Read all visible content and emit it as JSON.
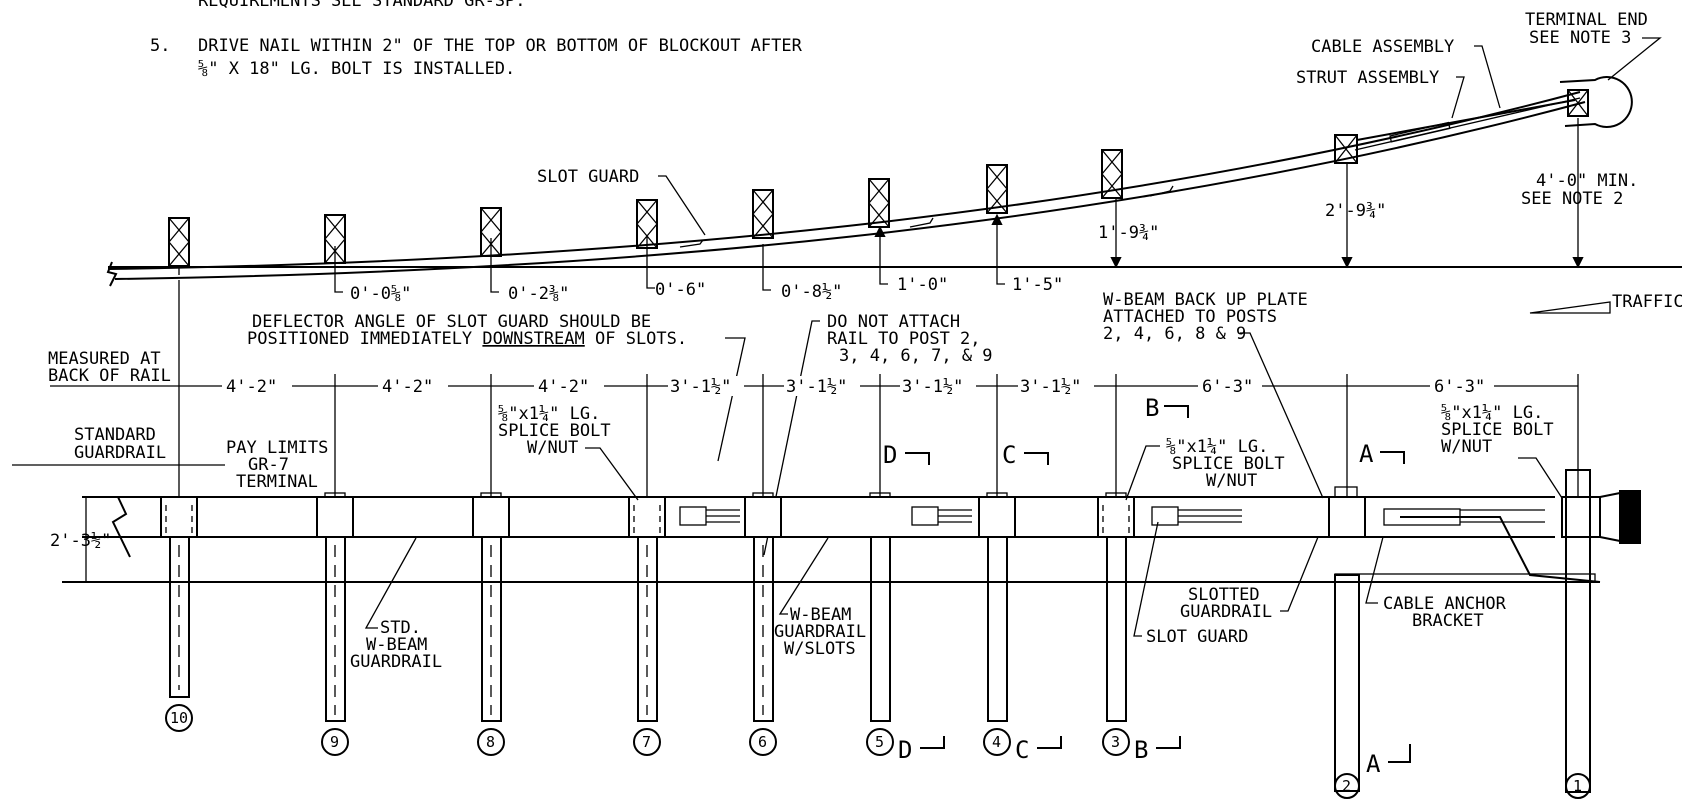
{
  "notes": {
    "line0": "REQUIREMENTS SEE STANDARD GR-SP.",
    "num5": "5.",
    "note5_line1": "DRIVE NAIL WITHIN 2\" OF THE TOP OR BOTTOM OF BLOCKOUT AFTER",
    "note5_line2": "⅝\" X 18\" LG. BOLT IS INSTALLED."
  },
  "callouts": {
    "terminal_end": "TERMINAL END",
    "see_note_3": "SEE NOTE 3",
    "cable_assembly": "CABLE ASSEMBLY",
    "strut_assembly": "STRUT ASSEMBLY",
    "slot_guard_top": "SLOT GUARD",
    "deflector_1": "DEFLECTOR ANGLE OF SLOT GUARD SHOULD BE",
    "deflector_2a": "POSITIONED IMMEDIATELY ",
    "deflector_2b": "DOWNSTREAM",
    "deflector_2c": " OF SLOTS.",
    "do_not_attach_1": "DO NOT ATTACH",
    "do_not_attach_2": "RAIL TO POST 2,",
    "do_not_attach_3": "3, 4, 6, 7, & 9",
    "backup_1": "W-BEAM BACK UP PLATE",
    "backup_2": "ATTACHED TO POSTS",
    "backup_3": "2, 4, 6, 8 & 9",
    "traffic": "TRAFFIC",
    "min_height_1": "4'-0\" MIN.",
    "min_height_2": "SEE NOTE 2",
    "measured_1": "MEASURED AT",
    "measured_2": "BACK OF RAIL",
    "standard_1": "STANDARD",
    "standard_2": "GUARDRAIL",
    "pay_1": "PAY LIMITS",
    "pay_2": "GR-7",
    "pay_3": "TERMINAL",
    "splice_a_1": "⅝\"x1¼\" LG.",
    "splice_a_2": "SPLICE BOLT",
    "splice_a_3": "W/NUT",
    "splice_b_1": "⅝\"x1¼\" LG.",
    "splice_b_2": "SPLICE BOLT",
    "splice_b_3": "W/NUT",
    "splice_c_1": "⅝\"x1¼\" LG.",
    "splice_c_2": "SPLICE BOLT",
    "splice_c_3": "W/NUT",
    "rail_height": "2'-3½\"",
    "std_beam_1": "STD.",
    "std_beam_2": "W-BEAM",
    "std_beam_3": "GUARDRAIL",
    "slots_beam_1": "W-BEAM",
    "slots_beam_2": "GUARDRAIL",
    "slots_beam_3": "W/SLOTS",
    "slotted_1": "SLOTTED",
    "slotted_2": "GUARDRAIL",
    "slot_guard_bottom": "SLOT GUARD",
    "cable_anchor_1": "CABLE ANCHOR",
    "cable_anchor_2": "BRACKET"
  },
  "offsets": [
    "0'-0⅝\"",
    "0'-2⅜\"",
    "0'-6\"",
    "0'-8½\"",
    "1'-0\"",
    "1'-5\"",
    "1'-9¾\"",
    "2'-9¾\""
  ],
  "spacings": [
    "4'-2\"",
    "4'-2\"",
    "4'-2\"",
    "3'-1½\"",
    "3'-1½\"",
    "3'-1½\"",
    "3'-1½\"",
    "6'-3\"",
    "6'-3\""
  ],
  "post_numbers": [
    "10",
    "9",
    "8",
    "7",
    "6",
    "5",
    "4",
    "3",
    "2",
    "1"
  ],
  "sections": {
    "a": "A",
    "b": "B",
    "c": "C",
    "d": "D",
    "a_bottom": "A",
    "b_bottom": "B",
    "c_bottom": "C",
    "d_bottom": "D"
  }
}
